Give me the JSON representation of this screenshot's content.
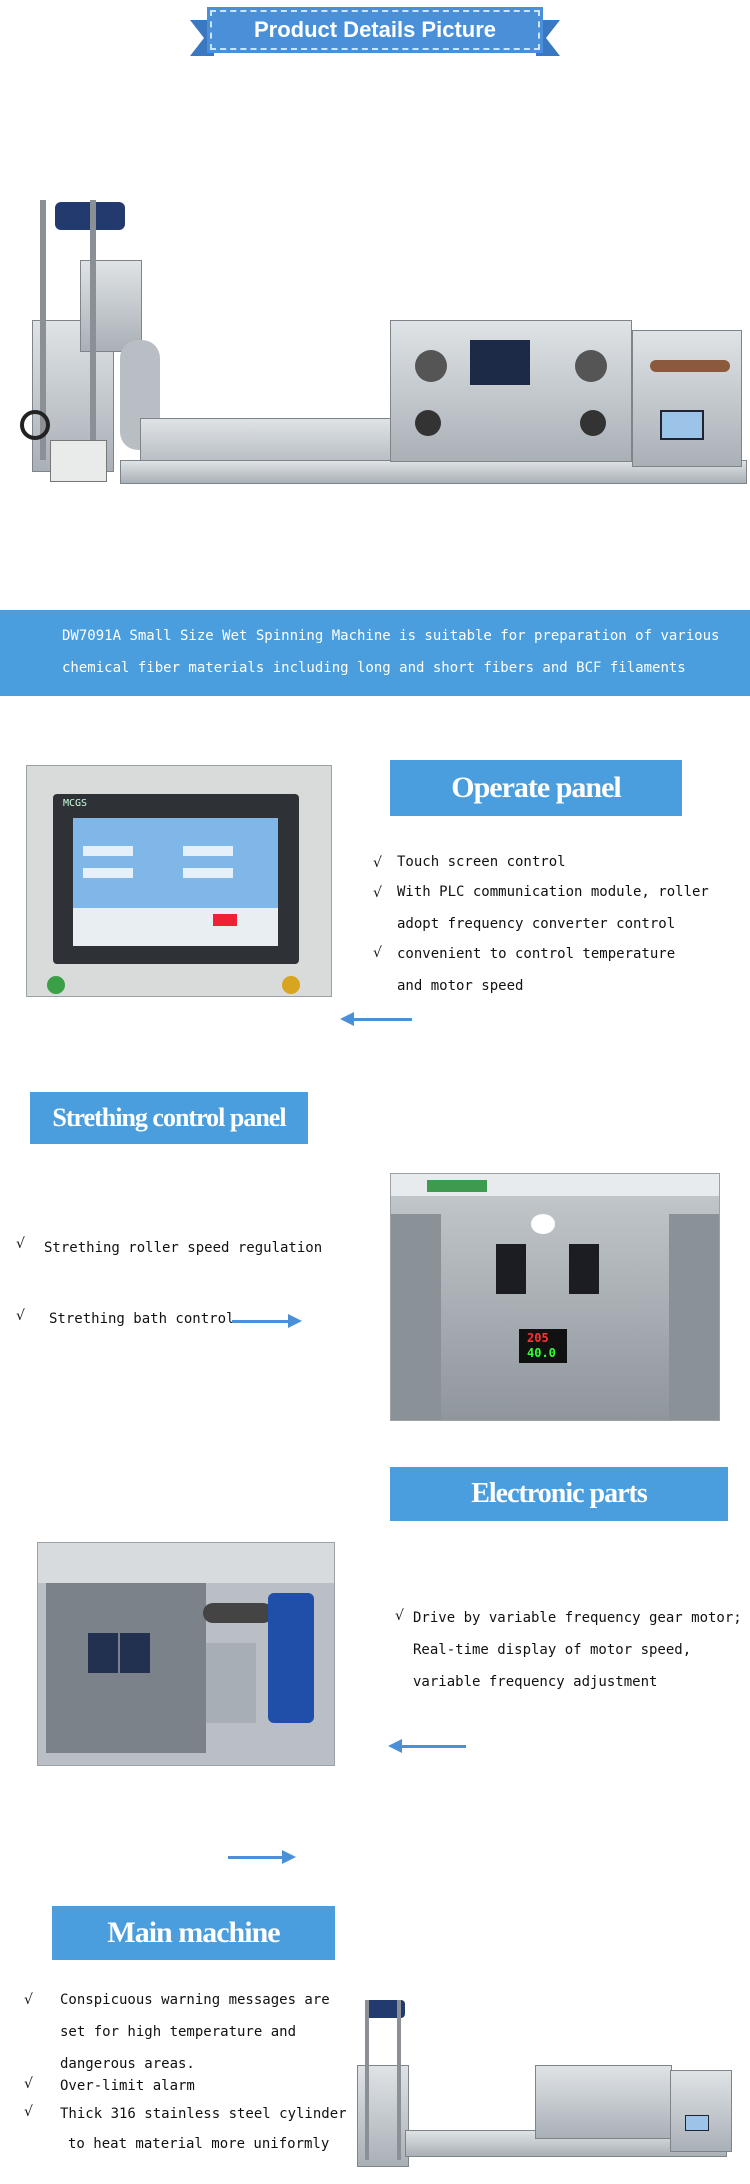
{
  "header": {
    "title": "Product Details Picture"
  },
  "intro": {
    "line1": "DW7091A Small Size Wet Spinning Machine is suitable for preparation of various",
    "line2": "chemical fiber materials including long and short fibers and BCF filaments"
  },
  "operate_panel": {
    "title": "Operate panel",
    "items": [
      "Touch screen control",
      "With PLC communication module, roller",
      "adopt frequency converter control",
      "convenient to control temperature",
      "and motor speed"
    ],
    "screen_brand": "MCGS"
  },
  "stretching_panel": {
    "title": "Strething control panel",
    "items": [
      "Strething roller speed regulation",
      "Strething bath control"
    ],
    "display_top": "205",
    "display_bottom": "40.0"
  },
  "electronic_parts": {
    "title": "Electronic parts",
    "lines": [
      "Drive by variable frequency gear motor;",
      "Real-time display of motor speed,",
      "variable frequency adjustment"
    ]
  },
  "main_machine": {
    "title": "Main machine",
    "lines": [
      "Conspicuous warning messages are",
      "set for high temperature and",
      "dangerous areas.",
      "Over-limit alarm",
      "Thick 316 stainless steel cylinder",
      "to heat material more uniformly"
    ]
  },
  "check_mark": "√",
  "colors": {
    "accent": "#4a9ede",
    "ribbon": "#4a90d9"
  }
}
